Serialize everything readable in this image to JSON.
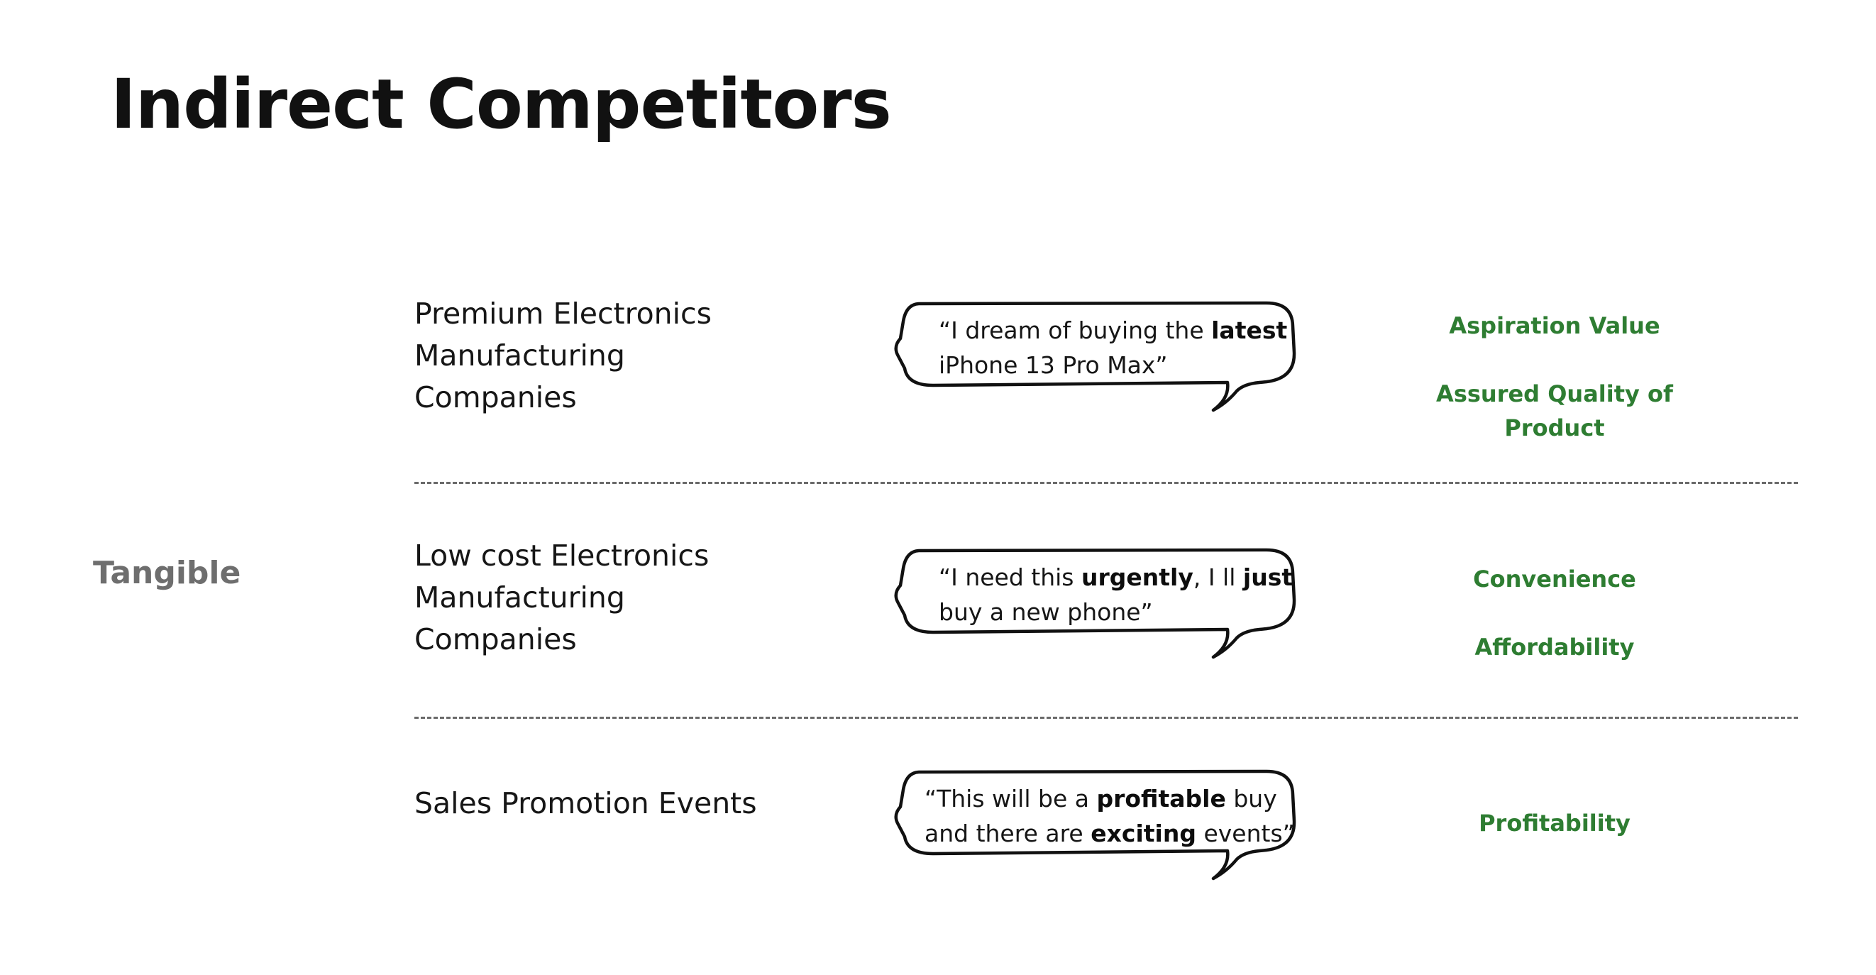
{
  "title": "Indirect Competitors",
  "side_label": "Tangible",
  "colors": {
    "value_text": "#2e7d32",
    "side_label": "#6e6e6e",
    "text": "#161616"
  },
  "rows": [
    {
      "competitor_lines": [
        "Premium Electronics",
        "Manufacturing",
        "Companies"
      ],
      "quote": [
        [
          {
            "t": "“I dream of buying the ",
            "b": false
          },
          {
            "t": "latest",
            "b": true
          }
        ],
        [
          {
            "t": "iPhone 13 Pro Max”",
            "b": false
          }
        ]
      ],
      "values": [
        "Aspiration Value",
        "Assured Quality of",
        "Product"
      ]
    },
    {
      "competitor_lines": [
        "Low cost Electronics",
        "Manufacturing",
        "Companies"
      ],
      "quote": [
        [
          {
            "t": "“I need this ",
            "b": false
          },
          {
            "t": "urgently",
            "b": true
          },
          {
            "t": ", I ll ",
            "b": false
          },
          {
            "t": "just",
            "b": true
          }
        ],
        [
          {
            "t": "buy a new phone”",
            "b": false
          }
        ]
      ],
      "values": [
        "Convenience",
        "Affordability"
      ]
    },
    {
      "competitor_lines": [
        "Sales Promotion Events"
      ],
      "quote": [
        [
          {
            "t": "“This will be a ",
            "b": false
          },
          {
            "t": "profitable",
            "b": true
          },
          {
            "t": " buy",
            "b": false
          }
        ],
        [
          {
            "t": "and there are ",
            "b": false
          },
          {
            "t": "exciting",
            "b": true
          },
          {
            "t": " events”",
            "b": false
          }
        ]
      ],
      "values": [
        "Profitability"
      ]
    }
  ]
}
